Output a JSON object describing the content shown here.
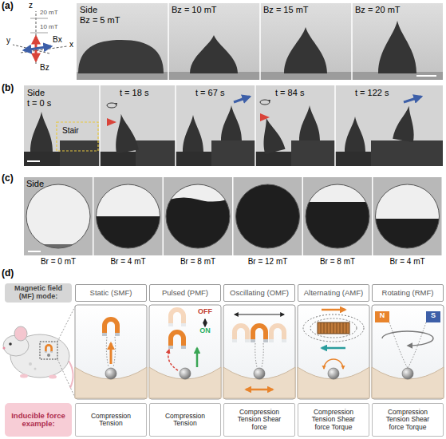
{
  "diagram": {
    "nodes": [
      {
        "text": [
          "Magnetic field (MF) mode:"
        ]
      },
      {
        "text": [
          "Static (SMF)"
        ]
      },
      {
        "text": [
          "Pulsed (PMF)"
        ]
      },
      {
        "text": [
          "Oscillating (OMF)"
        ]
      },
      {
        "text": [
          "Alternating (AMF)"
        ]
      },
      {
        "text": [
          "Rotating (RMF)"
        ]
      },
      {
        "text": [
          "Inducible force example:"
        ]
      },
      {
        "text": [
          "Compression Tension"
        ]
      },
      {
        "text": [
          "Compression Tension"
        ]
      },
      {
        "text": [
          "Compression Tension Shear force"
        ]
      },
      {
        "text": [
          "Compression Tension Shear force Torque"
        ]
      },
      {
        "text": [
          "Compression Tension Shear force Torque"
        ]
      }
    ],
    "labels": [
      "(a)",
      "z",
      "20 mT",
      "10 mT",
      "y",
      "x",
      "Bx",
      "Bz",
      "Side",
      "Bz = 5 mT",
      "Bz = 10 mT",
      "Bz = 15 mT",
      "Bz = 20 mT",
      "(b)",
      "Side",
      "t = 0 s",
      "Stair",
      "t = 18 s",
      "t = 67 s",
      "t = 84 s",
      "t = 122 s",
      "(c)",
      "Side",
      "Br = 0 mT",
      "Br = 4 mT",
      "Br = 8 mT",
      "Br = 12 mT",
      "Br = 8 mT",
      "Br = 4 mT",
      "(d)",
      "OFF",
      "ON",
      "N",
      "S"
    ]
  }
}
